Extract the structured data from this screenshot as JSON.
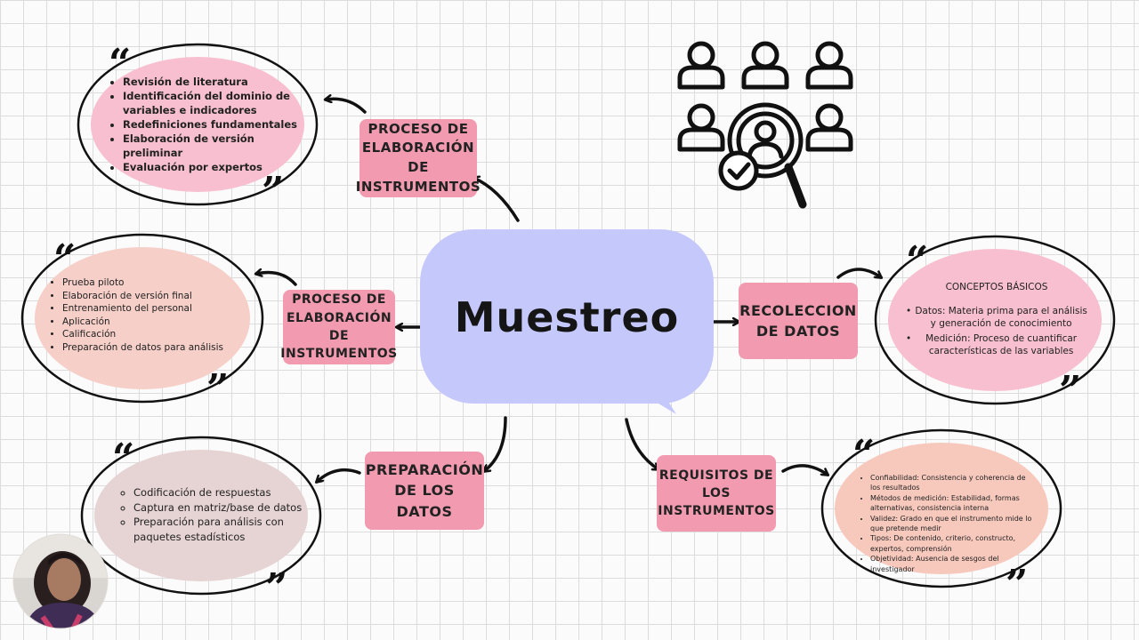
{
  "center": {
    "title": "Muestreo"
  },
  "nodes": {
    "top_process": "PROCESO DE\nELABORACIÓN\nDE\nINSTRUMENTOS",
    "left_process": "PROCESO DE\nELABORACIÓN\nDE\nINSTRUMENTOS",
    "recoleccion": "RECOLECCION\nDE DATOS",
    "preparacion": "PREPARACIÓN\nDE LOS DATOS",
    "requisitos": "REQUISITOS DE\nLOS\nINSTRUMENTOS"
  },
  "notes": {
    "top": [
      "Revisión de literatura",
      "Identificación del dominio de variables e indicadores",
      "Redefiniciones fundamentales",
      "Elaboración de versión preliminar",
      "Evaluación por expertos"
    ],
    "left": [
      "Prueba piloto",
      "Elaboración de versión final",
      "Entrenamiento del personal",
      "Aplicación",
      "Calificación",
      "Preparación de datos para análisis"
    ],
    "right_heading": "CONCEPTOS BÁSICOS",
    "right": [
      "Datos: Materia prima para el análisis y generación de conocimiento",
      "Medición: Proceso de cuantificar características de las variables"
    ],
    "bottom_left": [
      "Codificación de respuestas",
      "Captura en matriz/base de datos",
      "Preparación para análisis con paquetes estadísticos"
    ],
    "bottom_right": [
      "Confiabilidad: Consistencia y coherencia de los resultados",
      "Métodos de medición: Estabilidad, formas alternativas, consistencia interna",
      "Validez: Grado en que el instrumento mide lo que pretende medir",
      "Tipos: De contenido, criterio, constructo, expertos, comprensión",
      "Objetividad: Ausencia de sesgos del investigador"
    ]
  },
  "quote_marks": {
    "open": "“",
    "close": "”"
  },
  "icons": [
    "people-search-icon",
    "video-presenter"
  ],
  "colors": {
    "hub": "#c5c8fb",
    "node": "#f29bb0",
    "pink_ellipse": "#f7bfd0",
    "peach_ellipse": "#f6cfc8",
    "mauve_ellipse": "#e6d3d3",
    "salmon_ellipse": "#f7c9bd"
  }
}
